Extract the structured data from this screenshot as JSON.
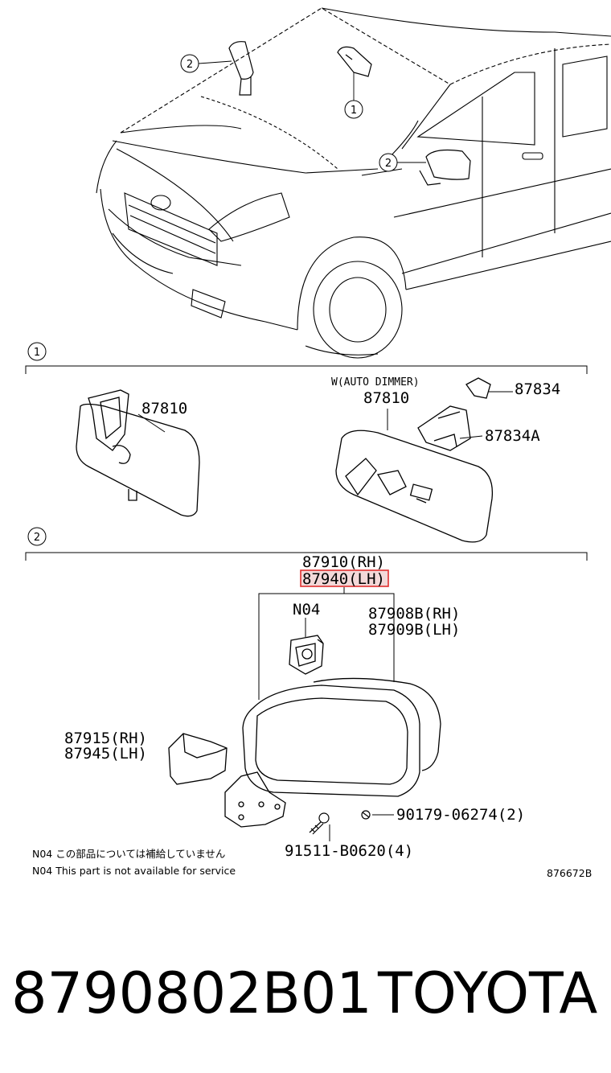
{
  "callouts": {
    "one": "1",
    "two": "2"
  },
  "section1": {
    "marker": "1",
    "part_left": "87810",
    "variant_label": "W(AUTO DIMMER)",
    "part_right": "87810",
    "part_bracket": "87834",
    "part_bracket_a": "87834A"
  },
  "section2": {
    "marker": "2",
    "assembly_rh": "87910(RH)",
    "assembly_lh": "87940(LH)",
    "motor": "N04",
    "outer_rh": "87908B(RH)",
    "outer_lh": "87909B(LH)",
    "cover_rh": "87915(RH)",
    "cover_lh": "87945(LH)",
    "clip": "90179-06274(2)",
    "screw": "91511-B0620(4)"
  },
  "notes": {
    "jp": "N04 この部品については補給していません",
    "en": "N04 This part is not available for service"
  },
  "diagram_code": "876672B",
  "footer": {
    "part_number": "8790802B01",
    "brand": "TOYOTA"
  },
  "colors": {
    "highlight": "#e03030",
    "highlight_fill": "#f3d9d9",
    "line": "#000000"
  }
}
